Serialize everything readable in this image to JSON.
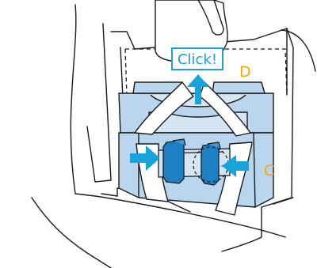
{
  "callout": {
    "click_text": "Click!"
  },
  "labels": {
    "d": "D",
    "c": "C"
  },
  "colors": {
    "arrow": "#18a4da",
    "part_dark": "#1d7fc4",
    "part_light": "#b9d6ee",
    "part_lighter": "#d4e5f3",
    "outline": "#1a1a1a",
    "label_orange": "#f5a800"
  },
  "icons": [
    "up-arrow-icon",
    "right-arrow-icon",
    "left-arrow-icon"
  ]
}
